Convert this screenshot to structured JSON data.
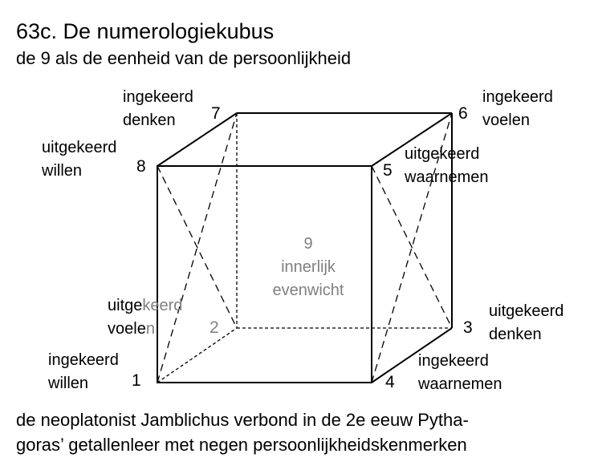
{
  "title": "63c. De numerologiekubus",
  "subtitle": "de 9 als de eenheid van de persoonlijkheid",
  "vertices": {
    "n1": "1",
    "n2": "2",
    "n3": "3",
    "n4": "4",
    "n5": "5",
    "n6": "6",
    "n7": "7",
    "n8": "8"
  },
  "labels": {
    "l1": [
      "ingekeerd",
      "willen"
    ],
    "l2": [
      "uitge",
      "keerd",
      "voele",
      "n"
    ],
    "l3": [
      "uitgekeerd",
      "denken"
    ],
    "l4": [
      "ingekeerd",
      "waarnemen"
    ],
    "l5": [
      "uitgekeerd",
      "waarnemen"
    ],
    "l6": [
      "ingekeerd",
      "voelen"
    ],
    "l7": [
      "ingekeerd",
      "denken"
    ],
    "l8": [
      "uitgekeerd",
      "willen"
    ]
  },
  "center": {
    "number": "9",
    "line1": "innerlijk",
    "line2": "evenwicht"
  },
  "caption": [
    "de neoplatonist Jamblichus verbond in de 2e eeuw Pytha-",
    "goras’ getallenleer met negen persoonlijkheidskenmerken"
  ]
}
